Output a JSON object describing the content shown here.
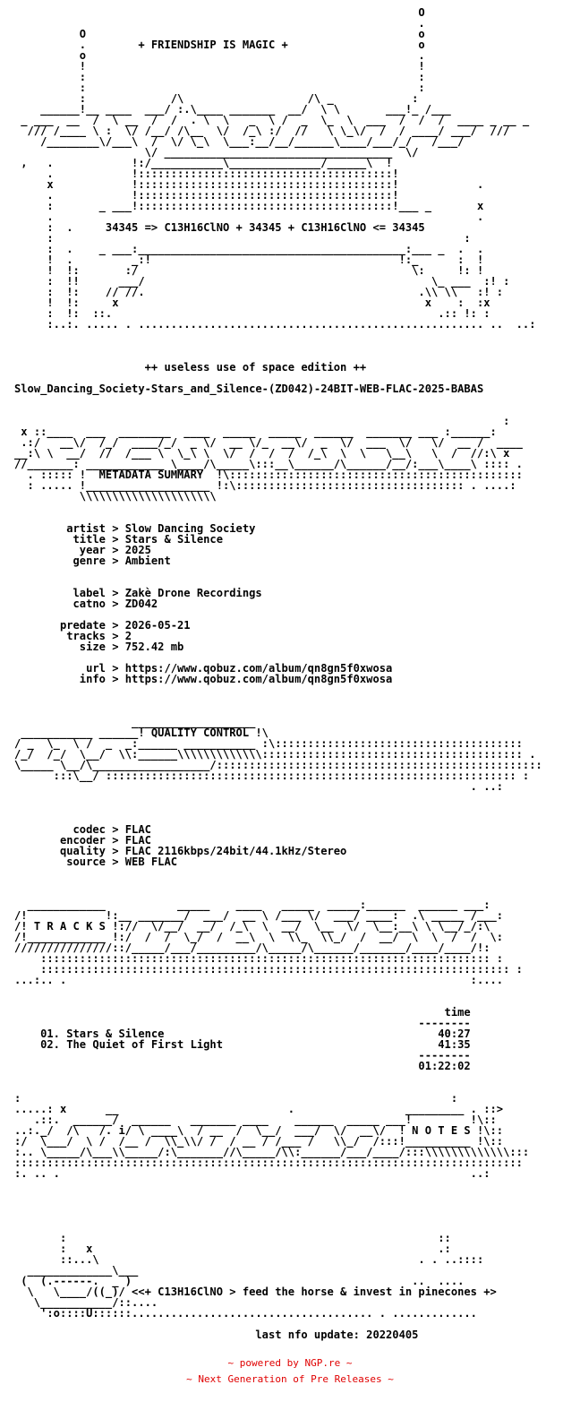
{
  "nfo_text": "                                                              O\n                                                              .\n          O                                                   o\n          .        + FRIENDSHIP IS MAGIC +                    o\n          o                                                   .\n          !                                                   !\n          :                                                   :\n          :                                                   :\n          :             /\\                   /\\ _            :\n    ______!__ ____  ___/ :.\\____ _______  __/  \\ \\       ___!_ /___\n _ ___  __  /  \\ __  /  /  . \\  \\   _  \\ /  _  \\_  \\  ___  /  /  /  ____ _ __ _\n  /// /____ \\ :  \\/ /__/ /\\__  \\/  /_\\ :/  //   \\ \\_\\/  /  / ____/ ___/  ///\n    /________\\/___\\  /  \\/ \\_\\  \\___:__/__/______\\____/___/_/   /___/\n                    \\/ ___________________________________  \\/\n ,   .            !:/___________\\______________/______\\  !\n     .            !:::::::::::::::::::::::::::::::::::::::!\n     x            !:::::::::::::::::::::::::::::::::::::::!            .\n     .            !:::::::::::::::::::::::::::::::::::::::!\n     :       _ ___!:::::::::::::::::::::::::::::::::::::::!___ _       x\n     .                                                                 .\n     :  .     34345 => C13H16ClNO + 34345 + C13H16ClNO <= 34345\n     :                                                               :\n     :  .    _ ___:_________________________________________:___ _  .  .\n     !  .         _:!                                      !:_      :  !\n     !  !:       :/                                          \\:     !: !\n     :  !!      ___/                                            \\_ ___  :! :\n     :  !:    // //.                                          .\\\\ \\\\   :! :\n     !  !:     x                                               x    :  :x\n     :  !:  ::.                                                  .:: !: :\n     :..:. ..... . ..................................................... ..  ..:\n\n\n\n                    ++ useless use of space edition ++\n\nSlow_Dancing_Society-Stars_and_Silence-(ZD042)-24BIT-WEB-FLAC-2025-BABAS\n\n\n                                                                           :\n x ::____  ___  ________  ____  _____  _____  ______  _______ ___ :______:\n .:/   __\\/  /_/  ____/_/  _ \\/  __ \\/_  __\\/  _  \\/  ___  \\/   \\/  __ /  ____\n__:\\ \\  __/  //  /___ \\  \\_\\ \\  \\/  /  /  /  /_\\  \\  \\   \\__\\   \\  /  //:\\ x\n//_______: ____________ \\____/\\_____\\:::__\\______/\\______/__/:___\\____\\ :::: .\n  . ::::: !  METADATA SUMMARY  !\\:::::::::::::::::::::::::::::::::::::::::::::\n  : ..... !___________________ !:\\::::::::::::::::::::::::::::::::::: . ....:\n          \\\\\\\\\\\\\\\\\\\\\\\\\\\\\\\\\\\\\\\\\\\n\n\n        artist > Slow Dancing Society\n         title > Stars & Silence\n          year > 2025\n         genre > Ambient\n\n\n         label > Zakè Drone Recordings\n         catno > ZD042\n\n       predate > 2026-05-21\n        tracks > 2\n          size > 752.42 mb\n\n           url > https://www.qobuz.com/album/qn8gn5f0xwosa\n          info > https://www.qobuz.com/album/qn8gn5f0xwosa\n\n\n\n                  ___________________\n ___________ ______! QUALITY CONTROL !\\\n/ _  \\_  \\ /  _  _:______ ___________ :\\::::::::::::::::::::::::::::::::::::::\n/_/  /_/  \\__/  \\\\:______\\\\\\\\\\\\\\\\\\\\\\\\\\:::::::::::::::::::::::::::::::::::::::: .\n\\_____ \\__/\\__________________/::::::::::::::::::::::::::::::::::::::::::::::::::\n      :::\\__/ ::::::::::::::::::::::::::::::::::::::::::::::::::::::::::::::: :\n                                                                      . ..:\n\n\n\n         codec > FLAC\n       encoder > FLAC\n       quality > FLAC 2116kbps/24bit/44.1kHz/Stereo\n        source > WEB FLAC\n\n\n\n  ____________           _____    ____   _____  _____:______  ______ ___:\n/!            !:__ _______/  ___/  __ \\ /___ \\/  ___/ ____:  .\\ _____ /___:\n/! T R A C K S !://  \\/__/  __/  /_\\  \\  __/  \\__  \\/  \\__:__\\ \\ \\__/_/:\\\n/!____________ !:/  /  /  \\_/  /  __\\  \\  \\\\_  \\\\_/  /  __/  \\  \\  /  /  \\:\n///////////////::/_____/___/_________/\\_____/\\______/_______/____/____/!:\n    ::::::::::::::::::::::::::::::::::::::::::::::::::::::::::::::::::::: :\n    :::::::::::::::::::::::::::::::::::::::::::::::::::::::::::::::::::::::: :\n...:.. .                                                              :....\n\n\n                                                                  time\n                                                              --------\n    01. Stars & Silence                                          40:27\n    02. The Quiet of First Light                                 41:35\n                                                              --------\n                                                              01:22:02\n\n\n:                                                                  :\n.....: x      __                          .                 _________ . ::>\n   .::.  ______/  ______   _______ ____    ______  _____ ___!         !\\::\n..:._/  /\\   /. i/ \\ ____\\  / __  /  \\__/  ___/  \\/  __\\/  ! N O T E S !\\::\n:/  \\___/  \\ /  /__ /  \\\\_\\\\/ /  / __ / /___ /   \\\\_/  /:::!__________ !\\::\n:.. \\_____/\\___\\\\_____/:\\_______//\\_____/\\\\:______/___/____/:::\\\\\\\\\\\\\\\\\\\\\\\\\\:::\n::::::::::::::::::::::::::::::::::::::::::::::::::::::::::::::::::::::::::::::\n:. .. .                                                               ..:\n\n\n\n\n\n       :                                                         ::\n       :   x                                                     .:\n       ::...\\                                                 . . ..::::\n  _____________\\___\n (  (.------.  _ )                                           ..  ....\n  \\   \\____/((_)/ <<+ C13H16ClNO > feed the horse & invest in pinecones +>\n   \\___________/::....\n    ':o::::U::::::..................................... . .............\n\n                                     last nfo update: 20220405",
  "footer": {
    "line1": "~ powered by NGP.re ~",
    "line2": "~ Next Generation of Pre Releases ~"
  }
}
